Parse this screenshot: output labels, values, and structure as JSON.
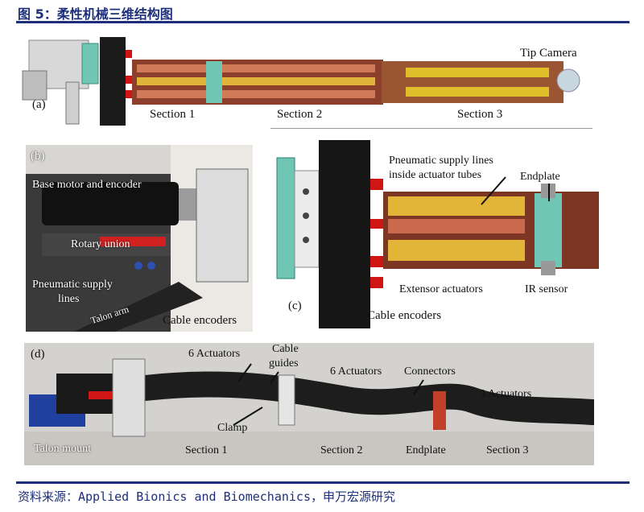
{
  "figure_title": "图 5：柔性机械三维结构图",
  "source": "资料来源：Applied Bionics and Biomechanics，申万宏源研究",
  "panel_a": {
    "tag": "(a)",
    "tip_camera": "Tip Camera",
    "section1": "Section 1",
    "section2": "Section 2",
    "section3": "Section 3"
  },
  "panel_b": {
    "tag": "(b)",
    "base_motor": "Base motor and encoder",
    "rotary_union": "Rotary union",
    "pneumatic_line1": "Pneumatic supply",
    "pneumatic_line2": "lines",
    "talon_arm": "Talon arm",
    "cable_encoders": "Cable encoders"
  },
  "panel_c": {
    "tag": "(c)",
    "pneumatic_line1": "Pneumatic supply lines",
    "pneumatic_line2": "inside actuator tubes",
    "endplate": "Endplate",
    "extensor": "Extensor actuators",
    "ir_sensor": "IR sensor",
    "cable_encoders": "Cable encoders"
  },
  "panel_d": {
    "tag": "(d)",
    "six_actuators_1": "6 Actuators",
    "cable_guides_1": "Cable",
    "cable_guides_2": "guides",
    "six_actuators_2": "6 Actuators",
    "connectors": "Connectors",
    "three_actuators": "3 Actuators",
    "clamp": "Clamp",
    "talon_mount": "Talon mount",
    "section1": "Section 1",
    "section2": "Section 2",
    "endplate": "Endplate",
    "section3": "Section 3"
  }
}
